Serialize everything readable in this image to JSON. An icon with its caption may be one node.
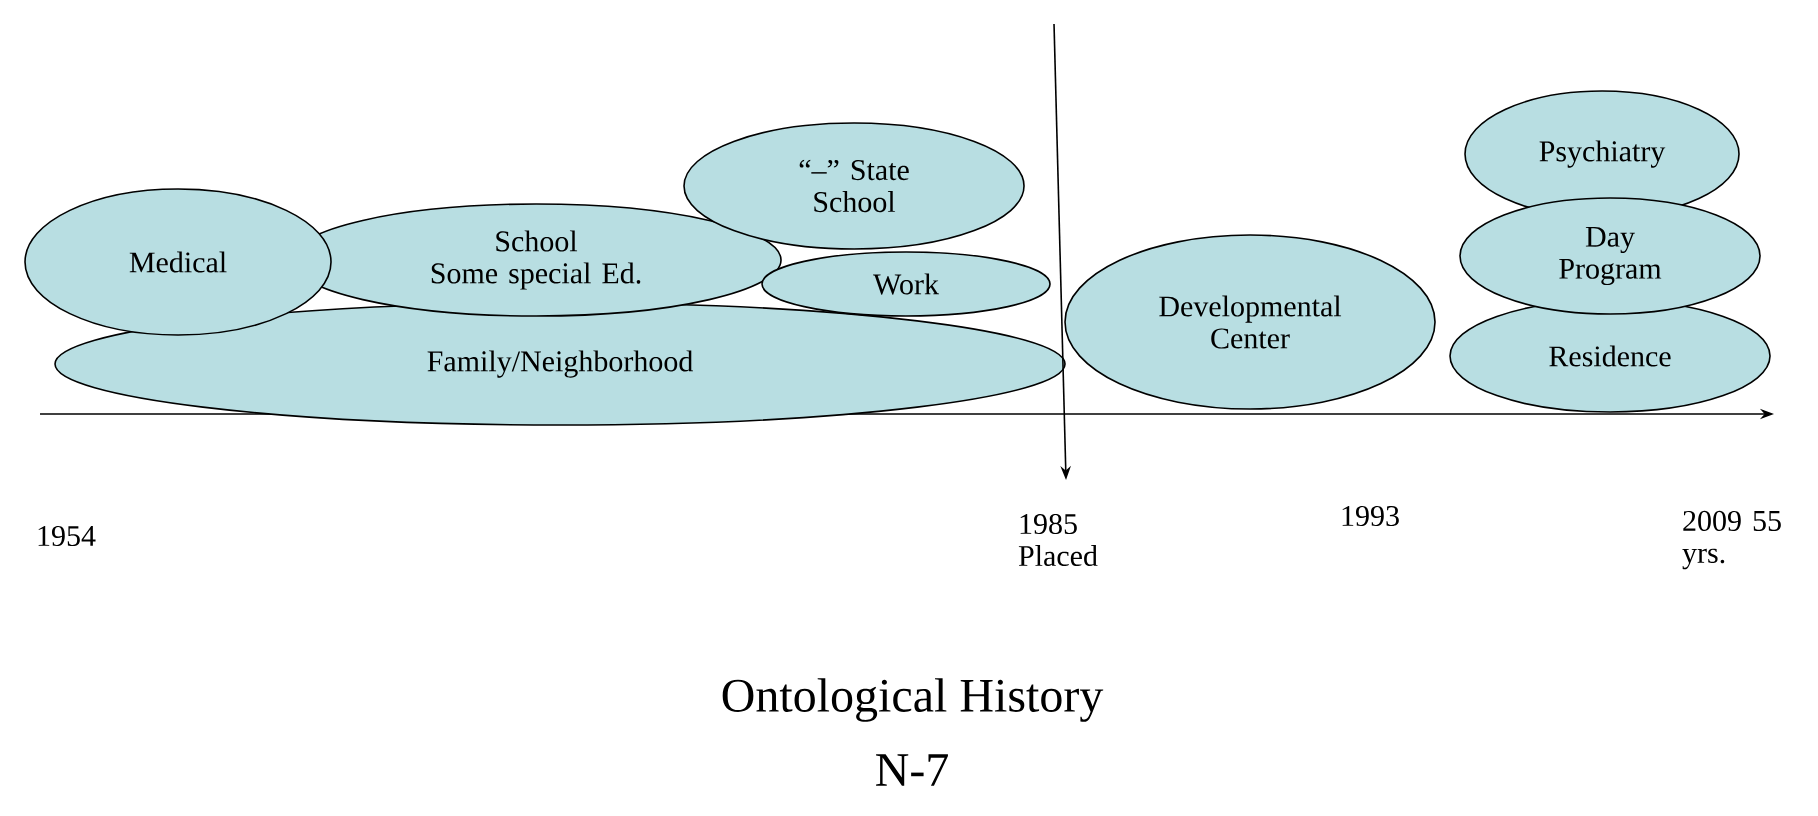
{
  "diagram": {
    "title": "Ontological History",
    "caption": "N-7",
    "nodes": [
      {
        "text": [
          "Medical"
        ]
      },
      {
        "text": [
          "School",
          "Some special Ed."
        ]
      },
      {
        "text": [
          "“–” State School"
        ]
      },
      {
        "text": [
          "Work"
        ]
      },
      {
        "text": [
          "Family/Neighborhood"
        ]
      },
      {
        "text": [
          "Developmental Center"
        ]
      },
      {
        "text": [
          "Psychiatry"
        ]
      },
      {
        "text": [
          "Day Program"
        ]
      },
      {
        "text": [
          "Residence"
        ]
      }
    ],
    "labels": [
      "1954",
      "1985 Placed",
      "1993",
      "2009 55 yrs."
    ]
  }
}
